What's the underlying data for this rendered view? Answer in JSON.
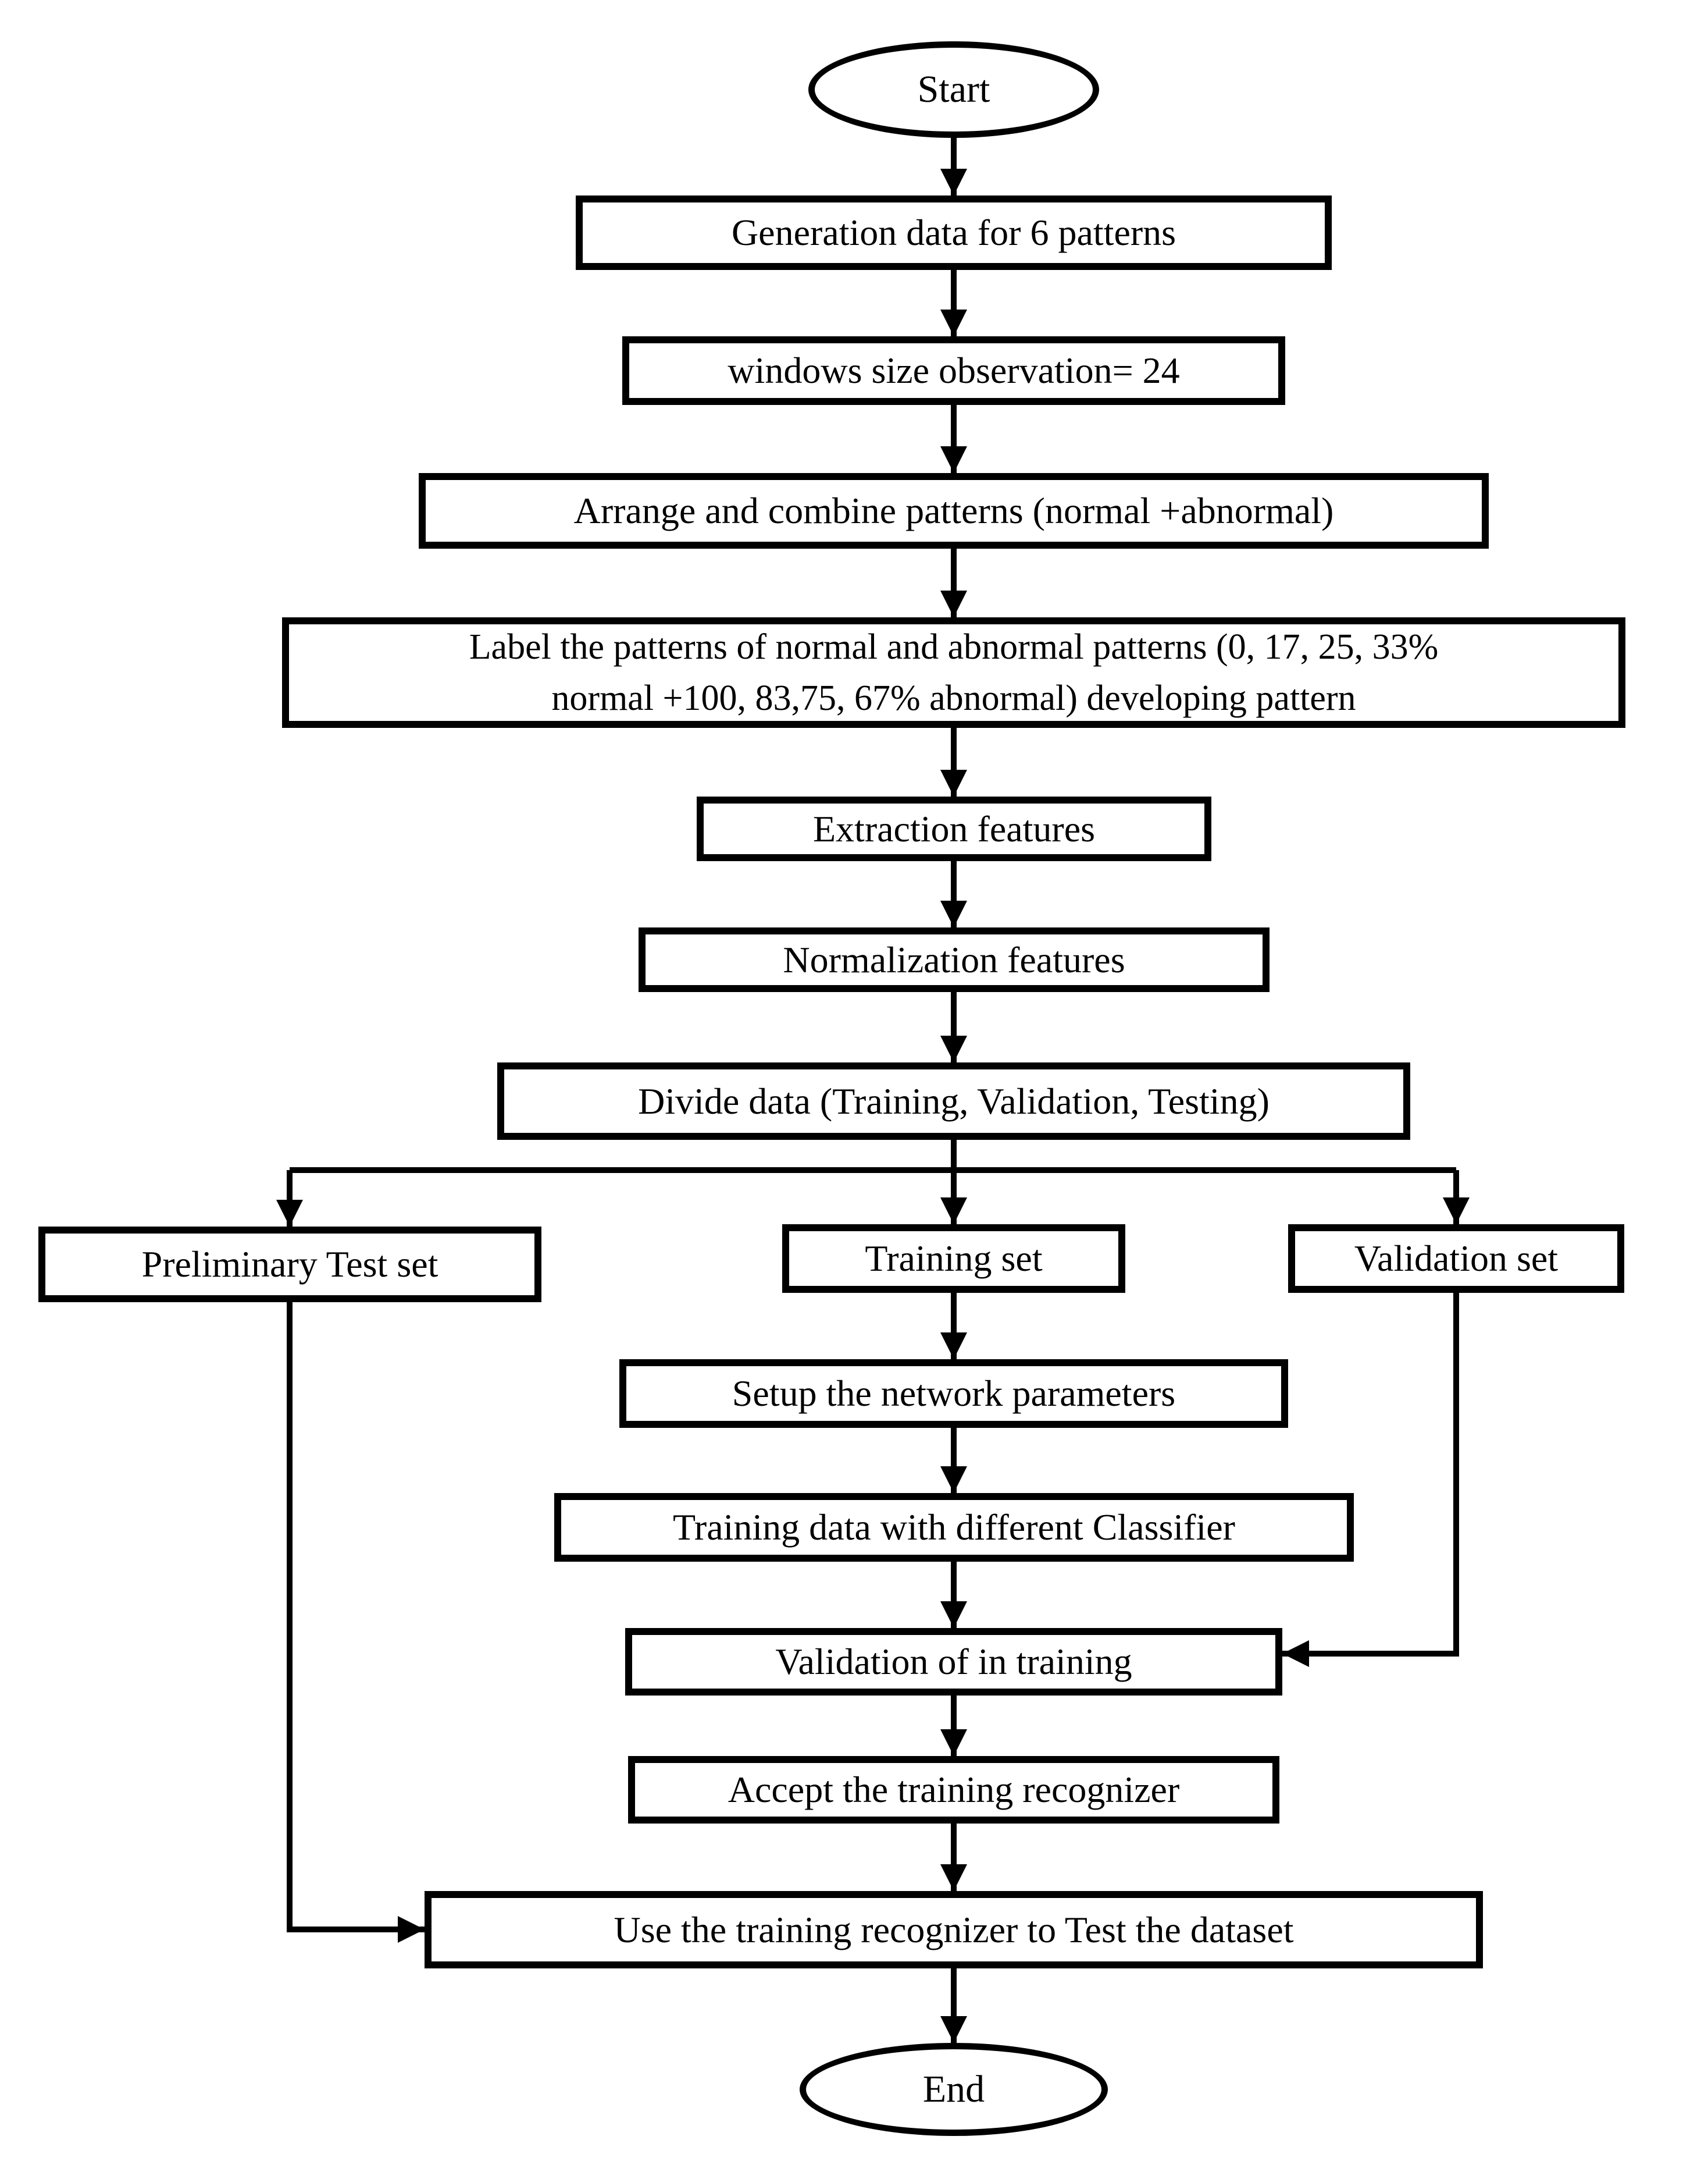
{
  "diagram": {
    "type": "flowchart",
    "colors": {
      "stroke": "#000000",
      "fill": "#ffffff",
      "background": "#ffffff",
      "text": "#000000"
    },
    "nodes": [
      {
        "id": "start",
        "shape": "ellipse",
        "label": "Start"
      },
      {
        "id": "generation-data",
        "shape": "process",
        "label": "Generation data for 6 patterns"
      },
      {
        "id": "window-size",
        "shape": "process",
        "label": "windows size observation= 24"
      },
      {
        "id": "arrange-combine",
        "shape": "process",
        "label": "Arrange and combine patterns (normal +abnormal)"
      },
      {
        "id": "label-patterns",
        "shape": "process",
        "lines": [
          "Label the patterns of normal and abnormal patterns (0, 17, 25, 33%",
          "normal +100, 83,75, 67% abnormal) developing pattern"
        ]
      },
      {
        "id": "extraction-features",
        "shape": "process",
        "label": "Extraction features"
      },
      {
        "id": "normalization-features",
        "shape": "process",
        "label": "Normalization features"
      },
      {
        "id": "divide-data",
        "shape": "process",
        "label": "Divide data (Training, Validation, Testing)"
      },
      {
        "id": "preliminary-test-set",
        "shape": "process",
        "label": "Preliminary Test set"
      },
      {
        "id": "training-set",
        "shape": "process",
        "label": "Training set"
      },
      {
        "id": "validation-set",
        "shape": "process",
        "label": "Validation set"
      },
      {
        "id": "setup-network",
        "shape": "process",
        "label": "Setup the network parameters"
      },
      {
        "id": "training-classifier",
        "shape": "process",
        "label": "Training data with different Classifier"
      },
      {
        "id": "validation-in-training",
        "shape": "process",
        "label": "Validation of in training"
      },
      {
        "id": "accept-recognizer",
        "shape": "process",
        "label": "Accept the training recognizer"
      },
      {
        "id": "use-recognizer",
        "shape": "process",
        "label": "Use the training recognizer to Test the dataset"
      },
      {
        "id": "end",
        "shape": "ellipse",
        "label": "End"
      }
    ],
    "edges": [
      {
        "from": "start",
        "to": "generation-data"
      },
      {
        "from": "generation-data",
        "to": "window-size"
      },
      {
        "from": "window-size",
        "to": "arrange-combine"
      },
      {
        "from": "arrange-combine",
        "to": "label-patterns"
      },
      {
        "from": "label-patterns",
        "to": "extraction-features"
      },
      {
        "from": "extraction-features",
        "to": "normalization-features"
      },
      {
        "from": "normalization-features",
        "to": "divide-data"
      },
      {
        "from": "divide-data",
        "to": "preliminary-test-set"
      },
      {
        "from": "divide-data",
        "to": "training-set"
      },
      {
        "from": "divide-data",
        "to": "validation-set"
      },
      {
        "from": "training-set",
        "to": "setup-network"
      },
      {
        "from": "setup-network",
        "to": "training-classifier"
      },
      {
        "from": "training-classifier",
        "to": "validation-in-training"
      },
      {
        "from": "validation-set",
        "to": "validation-in-training"
      },
      {
        "from": "validation-in-training",
        "to": "accept-recognizer"
      },
      {
        "from": "accept-recognizer",
        "to": "use-recognizer"
      },
      {
        "from": "preliminary-test-set",
        "to": "use-recognizer"
      },
      {
        "from": "use-recognizer",
        "to": "end"
      }
    ]
  }
}
